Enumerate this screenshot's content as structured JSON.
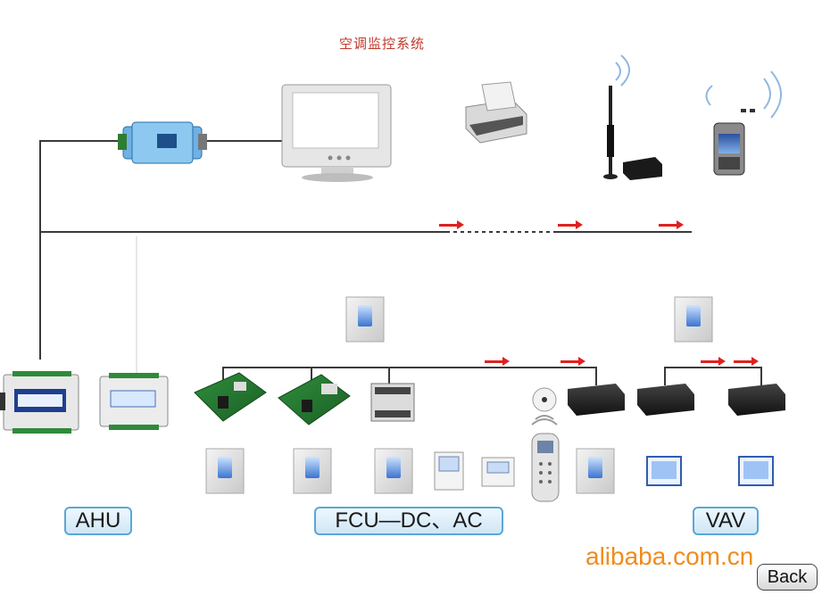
{
  "title": "空调监控系统",
  "groups": {
    "ahu": "AHU",
    "fcu": "FCU—DC、AC",
    "vav": "VAV"
  },
  "watermark": "alibaba.com.cn",
  "back_label": "Back",
  "colors": {
    "title": "#c0392b",
    "line": "#3a3a3a",
    "arrow": "#e02020",
    "pill_border": "#5aa7d6",
    "watermark": "#f08c1e"
  }
}
